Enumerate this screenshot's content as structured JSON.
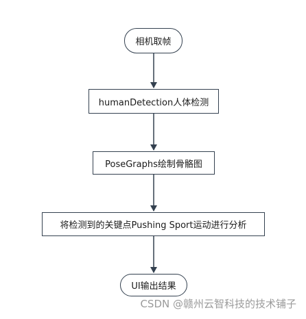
{
  "flowchart": {
    "nodes": [
      {
        "id": "start",
        "shape": "terminal",
        "label": "相机取帧"
      },
      {
        "id": "detect",
        "shape": "process",
        "label": "humanDetection人体检测"
      },
      {
        "id": "pose",
        "shape": "process",
        "label": "PoseGraphs绘制骨骼图"
      },
      {
        "id": "analyze",
        "shape": "process",
        "label": "将检测到的关键点Pushing Sport运动进行分析"
      },
      {
        "id": "end",
        "shape": "terminal",
        "label": "UI输出结果"
      }
    ],
    "edges": [
      {
        "from": "start",
        "to": "detect"
      },
      {
        "from": "detect",
        "to": "pose"
      },
      {
        "from": "pose",
        "to": "analyze"
      },
      {
        "from": "analyze",
        "to": "end"
      }
    ]
  },
  "watermark": "CSDN @赣州云智科技的技术铺子",
  "colors": {
    "stroke": "#33404f",
    "background": "#ffffff",
    "watermark": "#9a9a9a"
  }
}
